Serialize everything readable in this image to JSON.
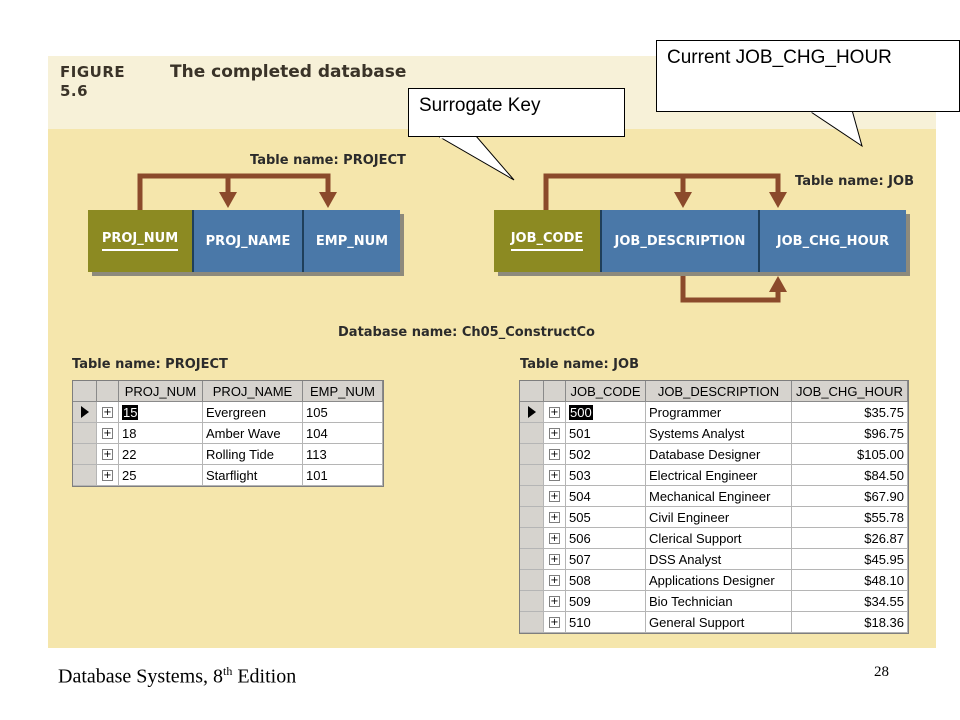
{
  "figure": {
    "label_line1": "FIGURE",
    "label_line2": "5.6",
    "title": "The completed database"
  },
  "diagram": {
    "project_table_caption": "Table name: PROJECT",
    "job_table_caption": "Table name: JOB",
    "database_caption": "Database name: Ch05_ConstructCo",
    "project_fields": [
      "PROJ_NUM",
      "PROJ_NAME",
      "EMP_NUM"
    ],
    "job_fields": [
      "JOB_CODE",
      "JOB_DESCRIPTION",
      "JOB_CHG_HOUR"
    ],
    "colors": {
      "primary_key": "#8c8a22",
      "attribute": "#4a78a8",
      "arrow": "#8b4a2b"
    }
  },
  "callouts": {
    "surrogate_key": "Surrogate Key",
    "current_rate": "Current JOB_CHG_HOUR"
  },
  "project_grid": {
    "caption": "Table name: PROJECT",
    "columns": [
      "PROJ_NUM",
      "PROJ_NAME",
      "EMP_NUM"
    ],
    "rows": [
      [
        "15",
        "Evergreen",
        "105"
      ],
      [
        "18",
        "Amber Wave",
        "104"
      ],
      [
        "22",
        "Rolling Tide",
        "113"
      ],
      [
        "25",
        "Starflight",
        "101"
      ]
    ]
  },
  "job_grid": {
    "caption": "Table name: JOB",
    "columns": [
      "JOB_CODE",
      "JOB_DESCRIPTION",
      "JOB_CHG_HOUR"
    ],
    "rows": [
      [
        "500",
        "Programmer",
        "$35.75"
      ],
      [
        "501",
        "Systems Analyst",
        "$96.75"
      ],
      [
        "502",
        "Database Designer",
        "$105.00"
      ],
      [
        "503",
        "Electrical Engineer",
        "$84.50"
      ],
      [
        "504",
        "Mechanical Engineer",
        "$67.90"
      ],
      [
        "505",
        "Civil Engineer",
        "$55.78"
      ],
      [
        "506",
        "Clerical Support",
        "$26.87"
      ],
      [
        "507",
        "DSS Analyst",
        "$45.95"
      ],
      [
        "508",
        "Applications Designer",
        "$48.10"
      ],
      [
        "509",
        "Bio Technician",
        "$34.55"
      ],
      [
        "510",
        "General Support",
        "$18.36"
      ]
    ]
  },
  "footer": {
    "book_title": "Database Systems, 8",
    "edition_sup": "th",
    "edition_word": " Edition",
    "page_number": "28"
  }
}
